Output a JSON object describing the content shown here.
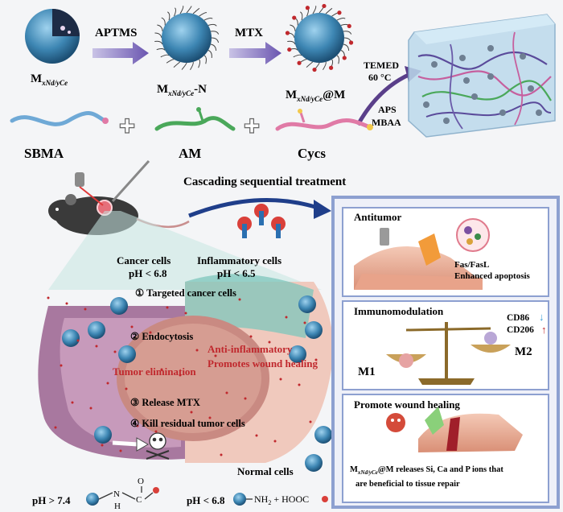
{
  "top": {
    "np1": "M",
    "np1_sub": "xNd/yCe",
    "arrow1": "APTMS",
    "np2": "M",
    "np2_sub": "xNd/yCe",
    "np2_suffix": "-N",
    "arrow2": "MTX",
    "np3": "M",
    "np3_sub": "xNd/yCe",
    "np3_suffix": "@M",
    "cond1": "TEMED",
    "cond2": "60 °C",
    "cond3": "APS",
    "cond4": "MBAA",
    "mono1": "SBMA",
    "mono2": "AM",
    "mono3": "Cycs"
  },
  "middle": {
    "cascade": "Cascading sequential treatment",
    "cancer_cells": "Cancer cells",
    "cancer_ph": "pH < 6.8",
    "inflam_cells": "Inflammatory cells",
    "inflam_ph": "pH < 6.5",
    "step1": "① Targeted cancer cells",
    "step2": "② Endocytosis",
    "tumor_elim": "Tumor elimination",
    "anti_inflam": "Anti-inflammatory",
    "promotes": "Promotes wound healing",
    "step3": "③ Release MTX",
    "step4": "④ Kill residual tumor cells",
    "normal": "Normal cells"
  },
  "bottom": {
    "ph1": "pH > 7.4",
    "ph2": "pH < 6.8",
    "nh": "N",
    "h": "H",
    "c": "C",
    "o": "O",
    "nh2": "NH",
    "nh2_sub": "2",
    "plus_hooc": " + HOOC"
  },
  "panel": {
    "p1_title": "Antitumor",
    "p1_line1": "Fas/FasL",
    "p1_line2": "Enhanced apoptosis",
    "p2_title": "Immunomodulation",
    "cd86": "CD86",
    "cd206": "CD206",
    "m1": "M1",
    "m2": "M2",
    "p3_title": "Promote wound healing",
    "p3_m": "M",
    "p3_sub": "xNd/yCe",
    "p3_rest": "@M releases Si, Ca and P ions that",
    "p3_line2": "are beneficial to tissue repair"
  },
  "colors": {
    "np": "#3d86b3",
    "arrow": "#5a3f8a",
    "panel_border": "#8da0d0",
    "red_text": "#c0282d"
  }
}
